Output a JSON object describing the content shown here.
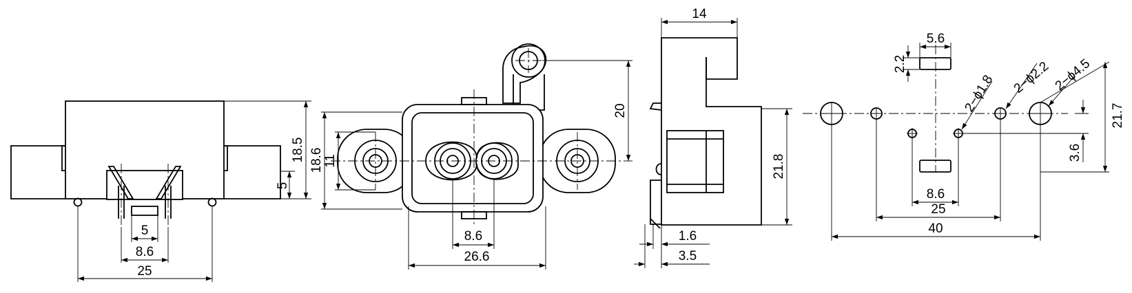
{
  "side_view": {
    "dims": {
      "height": "18.5",
      "flange": "5",
      "pin_gap": "5",
      "pin_pitch": "8.6",
      "overall": "25"
    }
  },
  "front_view": {
    "dims": {
      "tab": "20",
      "outer_h": "18.6",
      "inner_h": "11",
      "pin_pitch": "8.6",
      "width": "26.6"
    }
  },
  "section_view": {
    "dims": {
      "top": "14",
      "height": "21.8",
      "offset_a": "1.6",
      "offset_b": "3.5"
    }
  },
  "panel_cutout": {
    "dims": {
      "slot_w": "5.6",
      "slot_h": "2.2",
      "hole_small": "2−ϕ1.8",
      "hole_mid": "2−ϕ2.2",
      "hole_big": "2−ϕ4.5",
      "overall_h": "21.7",
      "offset": "3.6",
      "pitch_small": "8.6",
      "pitch_mid": "25",
      "pitch_big": "40"
    }
  }
}
